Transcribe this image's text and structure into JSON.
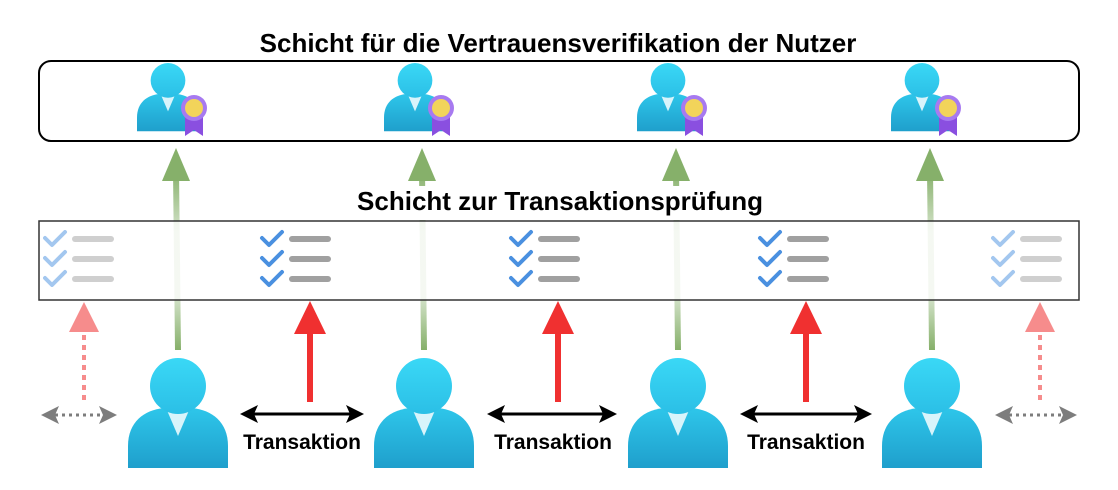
{
  "title": "Schicht für die Vertrauensverifikation der Nutzer",
  "verification_layer": {
    "verified_user_count": 4
  },
  "transaction_layer": {
    "label": "Schicht zur Transaktionsprüfung",
    "checklist_count": 5
  },
  "users": {
    "count": 4
  },
  "transactions": [
    {
      "label": "Transaktion"
    },
    {
      "label": "Transaktion"
    },
    {
      "label": "Transaktion"
    }
  ],
  "colors": {
    "user_body": "#28b4dc",
    "user_head": "#33d0f0",
    "badge_ribbon": "#8a4fe0",
    "badge_medal": "#f2d45a",
    "checkmark": "#4a90e0",
    "check_line": "#a0a0a0",
    "up_arrow_green": "#86b06a",
    "up_arrow_red": "#f03030",
    "transaction_arrow": "#000000"
  },
  "icons": [
    "verified-user-icon",
    "user-icon",
    "checklist-icon"
  ]
}
